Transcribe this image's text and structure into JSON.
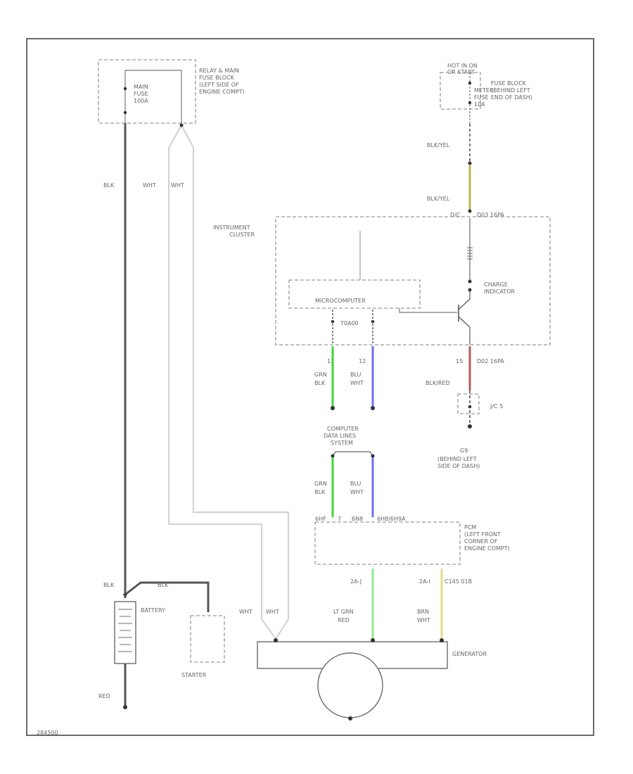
{
  "labels": {
    "relay_box": [
      "RELAY & MAIN",
      "FUSE BLOCK",
      "(LEFT SIDE OF",
      "ENGINE COMPT)"
    ],
    "main_fuse": [
      "MAIN",
      "FUSE",
      "100A"
    ],
    "hot_in_on": [
      "HOT IN ON",
      "OR START"
    ],
    "fuse_block": [
      "FUSE BLOCK",
      "(BEHIND LEFT",
      "END OF DASH)"
    ],
    "meter_fuse": [
      "METER",
      "FUSE",
      "10A"
    ],
    "wire_blk": "BLK",
    "wire_wht_a": "WHT",
    "wire_wht_b": "WHT",
    "wire_blk_yel_top": "BLK/YEL",
    "wire_blk_yel_bottom": "BLK/YEL",
    "cluster_connector": "D/C",
    "cluster_connector_code": "D03 16PA",
    "instrument_cluster": [
      "INSTRUMENT",
      "CLUSTER"
    ],
    "microcomputer": "MICROCOMPUTER",
    "charge_indicator": [
      "CHARGE",
      "INDICATOR"
    ],
    "cluster_data_pins": "T0A00",
    "pin_left": "13",
    "pin_mid": "12",
    "pin_right": "15",
    "d02_code": "D02 16PA",
    "wire_grn_blk_top": [
      "GRN",
      "BLK"
    ],
    "wire_blu_wht_top": [
      "BLU",
      "WHT"
    ],
    "wire_blk_red": "BLK/RED",
    "jc5": "J/C 5",
    "ground_id": "G9",
    "ground_location": [
      "(BEHIND LEFT",
      "SIDE OF DASH)"
    ],
    "computer_data_lines": [
      "COMPUTER",
      "DATA LINES",
      "SYSTEM"
    ],
    "wire_grn_blk_bottom": [
      "GRN",
      "BLK"
    ],
    "wire_blu_wht_bottom": [
      "BLU",
      "WHT"
    ],
    "pcm_pins": [
      "6HF",
      "7",
      "6N8",
      "6H8/6H9A"
    ],
    "pcm": [
      "PCM",
      "(LEFT FRONT",
      "CORNER OF",
      "ENGINE COMPT)"
    ],
    "pcm_pin_left": "2A-J",
    "pcm_pin_right": "2A-I",
    "pcm_pin_right_code": "C145 01B",
    "wire_lt_grn_red": [
      "LT GRN",
      "RED"
    ],
    "wire_brn_wht": [
      "BRN",
      "WHT"
    ],
    "generator": "GENERATOR",
    "wire_blk_battery": "BLK",
    "wire_blk_starter": "BLK",
    "battery": "BATTERY",
    "starter": "STARTER",
    "wire_wht_c": "WHT",
    "wire_wht_d": "WHT",
    "wire_red": "RED",
    "diagram_id": "284500"
  },
  "colors": {
    "wire_grn": "#3fd43f",
    "wire_blu": "#6b6bff",
    "wire_yel": "#b8b84a",
    "wire_red": "#b85a5a",
    "wire_lt_grn": "#8fe88f",
    "wire_brn_wht": "#e4dc8c"
  }
}
